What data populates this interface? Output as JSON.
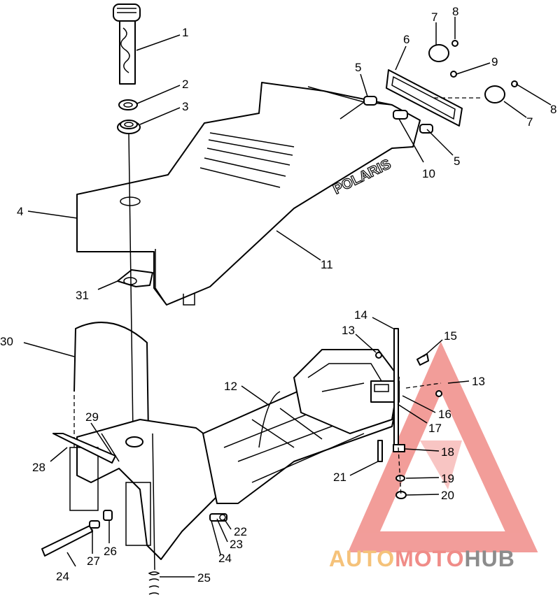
{
  "brand_text": "POLARIS",
  "colors": {
    "watermark_red": "#f08c88",
    "watermark_orange": "#f5c27a",
    "watermark_gray": "#8c8c8c",
    "ink": "#000000"
  },
  "callouts": [
    {
      "id": "c1",
      "text": "1"
    },
    {
      "id": "c2",
      "text": "2"
    },
    {
      "id": "c3",
      "text": "3"
    },
    {
      "id": "c4",
      "text": "4"
    },
    {
      "id": "c5a",
      "text": "5"
    },
    {
      "id": "c5b",
      "text": "5"
    },
    {
      "id": "c6",
      "text": "6"
    },
    {
      "id": "c7a",
      "text": "7"
    },
    {
      "id": "c7b",
      "text": "7"
    },
    {
      "id": "c8a",
      "text": "8"
    },
    {
      "id": "c8b",
      "text": "8"
    },
    {
      "id": "c9",
      "text": "9"
    },
    {
      "id": "c10",
      "text": "10"
    },
    {
      "id": "c11",
      "text": "11"
    },
    {
      "id": "c12",
      "text": "12"
    },
    {
      "id": "c13a",
      "text": "13"
    },
    {
      "id": "c13b",
      "text": "13"
    },
    {
      "id": "c14",
      "text": "14"
    },
    {
      "id": "c15",
      "text": "15"
    },
    {
      "id": "c16",
      "text": "16"
    },
    {
      "id": "c17",
      "text": "17"
    },
    {
      "id": "c18",
      "text": "18"
    },
    {
      "id": "c19",
      "text": "19"
    },
    {
      "id": "c20",
      "text": "20"
    },
    {
      "id": "c21",
      "text": "21"
    },
    {
      "id": "c22",
      "text": "22"
    },
    {
      "id": "c23",
      "text": "23"
    },
    {
      "id": "c24a",
      "text": "24"
    },
    {
      "id": "c24b",
      "text": "24"
    },
    {
      "id": "c25",
      "text": "25"
    },
    {
      "id": "c26",
      "text": "26"
    },
    {
      "id": "c27",
      "text": "27"
    },
    {
      "id": "c28",
      "text": "28"
    },
    {
      "id": "c29",
      "text": "29"
    },
    {
      "id": "c30",
      "text": "30"
    },
    {
      "id": "c31",
      "text": "31"
    }
  ],
  "watermark": {
    "part1": "AUTO",
    "part2": "MOTO",
    "part3": "HUB"
  }
}
